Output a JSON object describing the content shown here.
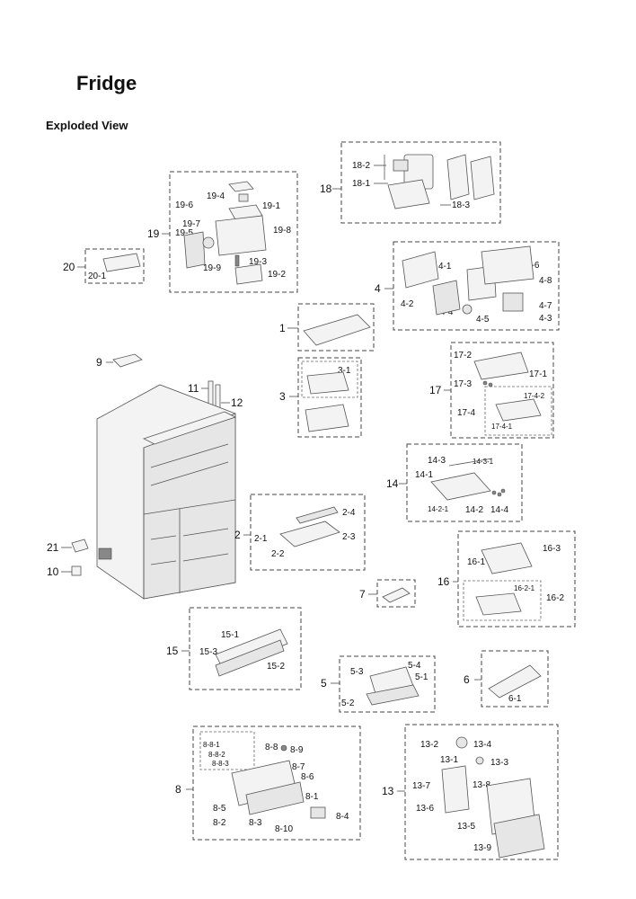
{
  "title": "Fridge",
  "subtitle": "Exploded View",
  "groups": {
    "g18": {
      "num": "18",
      "labels": [
        "18-2",
        "18-1",
        "18-3"
      ]
    },
    "g19": {
      "num": "19",
      "labels": [
        "19-4",
        "19-6",
        "19-1",
        "19-7",
        "19-5",
        "19-8",
        "19-3",
        "19-9",
        "19-2"
      ]
    },
    "g20": {
      "num": "20",
      "labels": [
        "20-1"
      ]
    },
    "g4": {
      "num": "4",
      "labels": [
        "4-1",
        "4-6",
        "4-8",
        "4-2",
        "4-4",
        "4-5",
        "4-7",
        "4-3"
      ]
    },
    "g1": {
      "num": "1",
      "labels": []
    },
    "g9": {
      "num": "9",
      "labels": []
    },
    "g3": {
      "num": "3",
      "labels": [
        "3-1"
      ]
    },
    "g17": {
      "num": "17",
      "labels": [
        "17-2",
        "17-1",
        "17-3",
        "17-4-2",
        "17-4",
        "17-4-1"
      ]
    },
    "g11": {
      "num": "11",
      "labels": []
    },
    "g12": {
      "num": "12",
      "labels": []
    },
    "g14": {
      "num": "14",
      "labels": [
        "14-3",
        "14-3-1",
        "14-1",
        "14-2-1",
        "14-2",
        "14-4"
      ]
    },
    "g2": {
      "num": "2",
      "labels": [
        "2-4",
        "2-1",
        "2-3",
        "2-2"
      ]
    },
    "g21": {
      "num": "21",
      "labels": []
    },
    "g10": {
      "num": "10",
      "labels": []
    },
    "g16": {
      "num": "16",
      "labels": [
        "16-3",
        "16-1",
        "16-2-1",
        "16-2"
      ]
    },
    "g7": {
      "num": "7",
      "labels": []
    },
    "g15": {
      "num": "15",
      "labels": [
        "15-1",
        "15-3",
        "15-2"
      ]
    },
    "g5": {
      "num": "5",
      "labels": [
        "5-4",
        "5-3",
        "5-1",
        "5-2"
      ]
    },
    "g6": {
      "num": "6",
      "labels": [
        "6-1"
      ]
    },
    "g8": {
      "num": "8",
      "labels": [
        "8-8-1",
        "8-8",
        "8-8-2",
        "8-9",
        "8-8-3",
        "8-7",
        "8-6",
        "8-5",
        "8-1",
        "8-2",
        "8-3",
        "8-10",
        "8-4"
      ]
    },
    "g13": {
      "num": "13",
      "labels": [
        "13-2",
        "13-4",
        "13-1",
        "13-3",
        "13-7",
        "13-8",
        "13-6",
        "13-5",
        "13-9"
      ]
    }
  }
}
